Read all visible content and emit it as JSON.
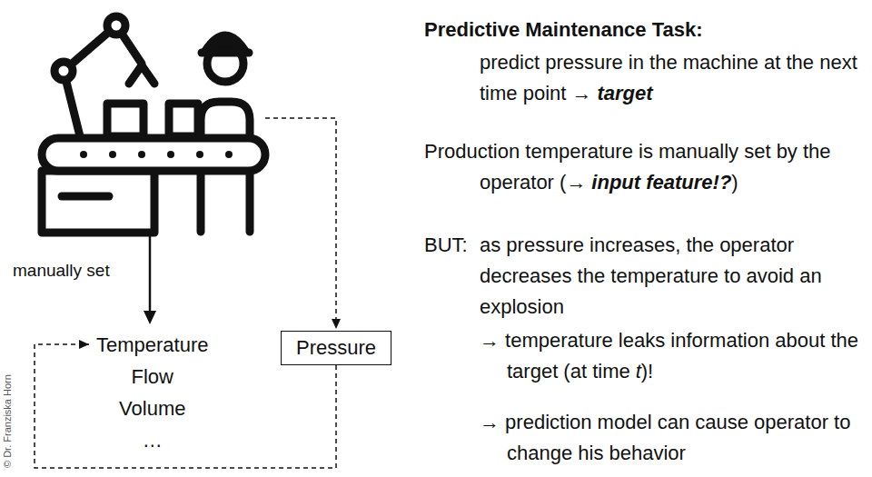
{
  "diagram": {
    "nodes": [
      {
        "text": [
          "Temperature",
          "Flow",
          "Volume",
          "…"
        ]
      },
      {
        "text": [
          "Pressure"
        ]
      }
    ],
    "edges": [
      {
        "from": 1,
        "to": 0,
        "arrow": "to"
      }
    ],
    "labels": [
      "manually set",
      "Predictive Maintenance Task:",
      "predict pressure in the machine at the next time point →",
      "target",
      "Production temperature is manually set by the operator (→",
      "input feature!?",
      ")",
      "BUT:",
      "as pressure increases, the operator decreases the temperature to avoid an explosion",
      "→ temperature leaks information about the target (at time",
      "t",
      ")!",
      "→ prediction model can cause operator to change his behavior",
      "© Dr. Franziska Horn"
    ]
  }
}
